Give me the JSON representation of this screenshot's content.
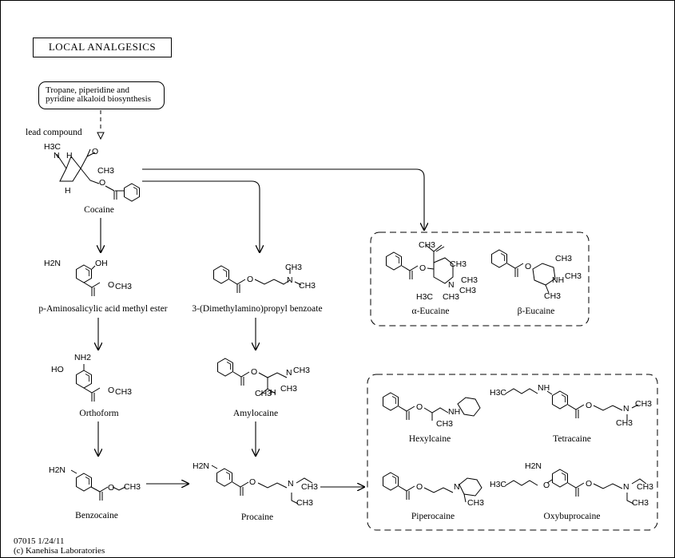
{
  "title": "LOCAL  ANALGESICS",
  "pathway_link": {
    "line1": "Tropane, piperidine and",
    "line2": "pyridine alkaloid biosynthesis"
  },
  "lead_label": "lead compound",
  "compounds": {
    "cocaine": "Cocaine",
    "pamsme": "p-Aminosalicylic acid methyl ester",
    "dmapb": "3-(Dimethylamino)propyl benzoate",
    "alpha_eucaine": "α-Eucaine",
    "beta_eucaine": "β-Eucaine",
    "orthoform": "Orthoform",
    "amylocaine": "Amylocaine",
    "hexylcaine": "Hexylcaine",
    "tetracaine": "Tetracaine",
    "benzocaine": "Benzocaine",
    "procaine": "Procaine",
    "piperocaine": "Piperocaine",
    "oxybuprocaine": "Oxybuprocaine"
  },
  "footer": {
    "map_id": "07015 1/24/11",
    "copyright": "(c) Kanehisa Laboratories"
  },
  "atoms": {
    "h3c": "H3C",
    "n": "N",
    "h": "H",
    "o": "O",
    "ch3": "CH3",
    "h2n": "H2N",
    "oh": "OH",
    "ho": "HO",
    "nh2": "NH2",
    "nh": "NH"
  }
}
